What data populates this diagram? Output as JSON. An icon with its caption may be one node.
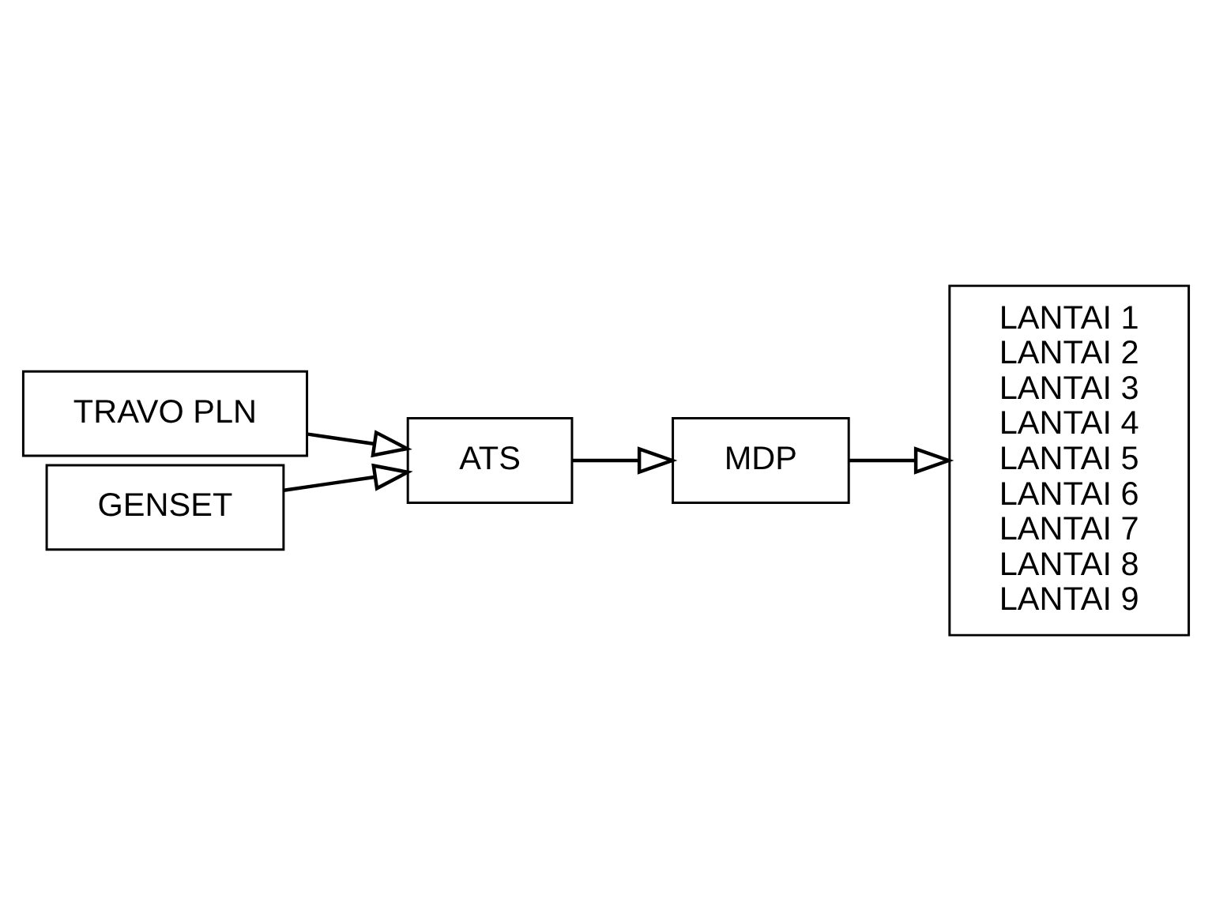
{
  "diagram": {
    "nodes": [
      {
        "text": [
          "TRAVO PLN"
        ]
      },
      {
        "text": [
          "GENSET"
        ]
      },
      {
        "text": [
          "ATS"
        ]
      },
      {
        "text": [
          "MDP"
        ]
      },
      {
        "text": [
          "LANTAI 1",
          "LANTAI 2",
          "LANTAI 3",
          "LANTAI 4",
          "LANTAI 5",
          "LANTAI 6",
          "LANTAI 7",
          "LANTAI 8",
          "LANTAI 9"
        ]
      }
    ],
    "edges": [
      {
        "from": 0,
        "to": 2,
        "arrow": "to"
      },
      {
        "from": 1,
        "to": 2,
        "arrow": "to"
      },
      {
        "from": 2,
        "to": 3,
        "arrow": "to"
      },
      {
        "from": 3,
        "to": 4,
        "arrow": "to"
      }
    ]
  }
}
